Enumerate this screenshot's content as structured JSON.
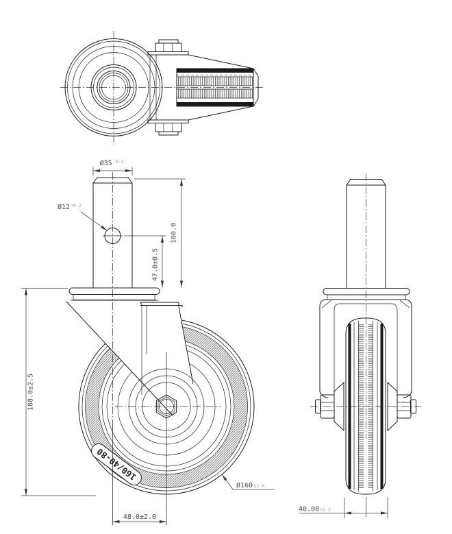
{
  "drawing": {
    "background": "#ffffff",
    "line_color": "#1a1a1a",
    "dim_text_color": "#4a4a4a",
    "tolerance_text_color": "#9a9a9a"
  },
  "dimensions": {
    "stem_diameter": {
      "value": "Ø35",
      "tolerance": "-0.2"
    },
    "bolt_hole_diameter": {
      "value": "Ø12",
      "tolerance": "+0.2"
    },
    "stem_length": {
      "value": "100.0"
    },
    "hole_to_plate": {
      "value": "47.0±0.5"
    },
    "overall_height": {
      "value": "188.0±2.5"
    },
    "wheel_diameter": {
      "value": "Ø160",
      "tolerance": "±2.0"
    },
    "swivel_offset": {
      "value": "48.0±2.0"
    },
    "wheel_width": {
      "value": "40.00",
      "tolerance": "±1.2"
    }
  },
  "labels": {
    "wheel_marking": "160/40-80"
  }
}
